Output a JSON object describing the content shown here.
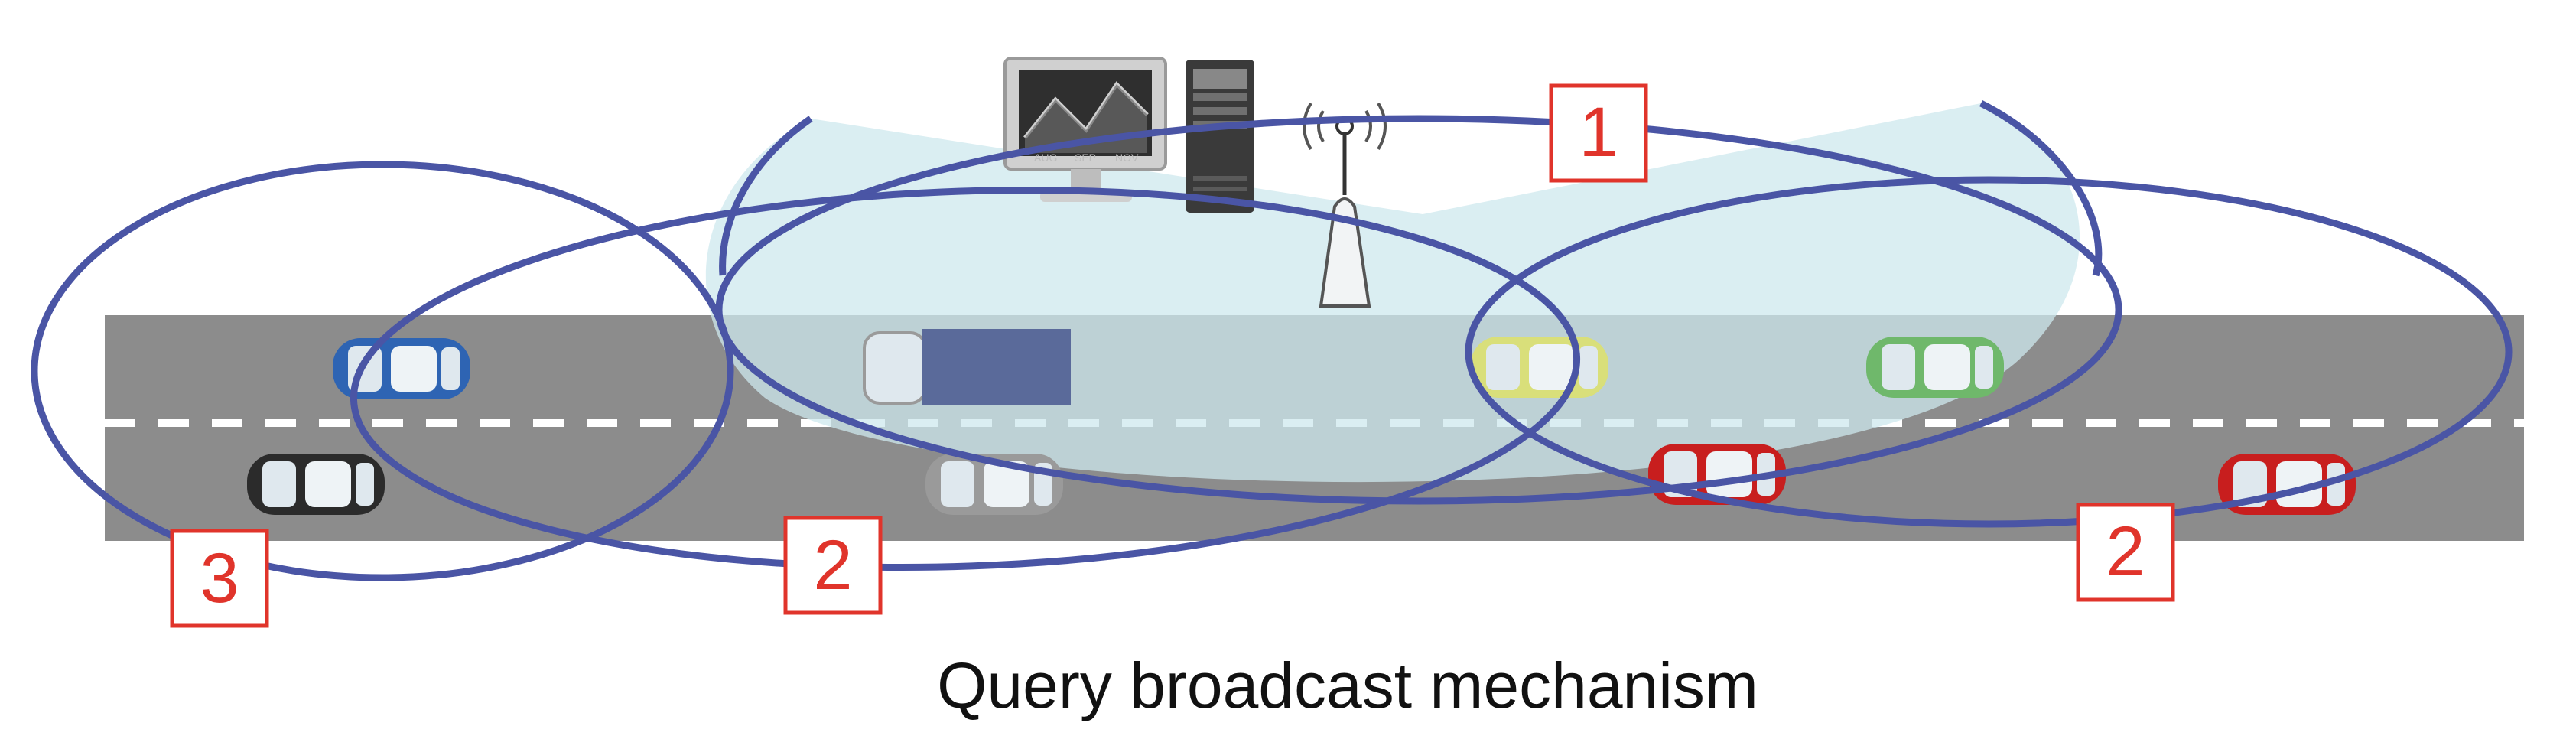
{
  "caption": "Query broadcast mechanism",
  "chart_labels": [
    "AUG",
    "SEP",
    "NOV"
  ],
  "hop_labels": [
    {
      "id": "hop-1",
      "text": "1"
    },
    {
      "id": "hop-2-middle",
      "text": "2"
    },
    {
      "id": "hop-2-right",
      "text": "2"
    },
    {
      "id": "hop-3",
      "text": "3"
    }
  ],
  "colors": {
    "road": "#8c8c8c",
    "lane_marking": "#ffffff",
    "range_ring": "#4a55a5",
    "coverage_fill": "#cde8ee",
    "label_border": "#e0342b",
    "label_text": "#e0342b",
    "car_blue": "#2e64b3",
    "car_black": "#2b2b2b",
    "car_truck": "#5a6a9a",
    "car_silver": "#9a9a9a",
    "car_yellow": "#d9df7a",
    "car_green": "#6fb86b",
    "car_orange": "#d98060",
    "car_red": "#c81e1e"
  },
  "icons": [
    "server-monitor-icon",
    "server-tower-icon",
    "antenna-icon",
    "car-icon",
    "truck-icon"
  ]
}
